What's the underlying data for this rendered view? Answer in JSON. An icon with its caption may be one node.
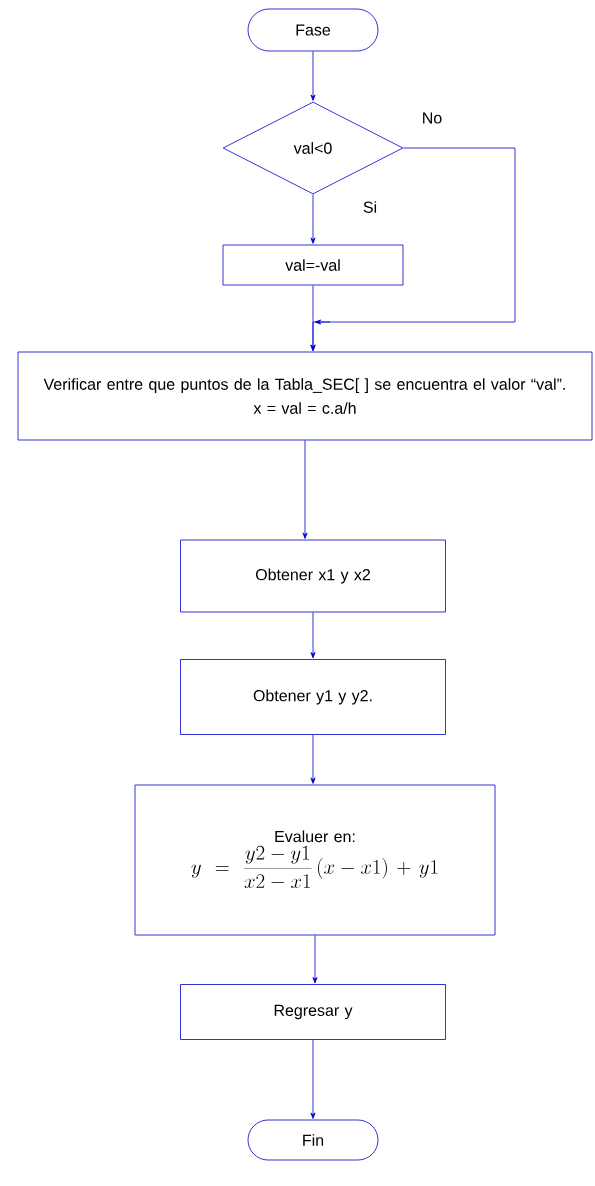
{
  "diagram": {
    "nodes": [
      {
        "text": [
          "Fase"
        ]
      },
      {
        "text": [
          "val<0"
        ]
      },
      {
        "text": [
          "val=-val"
        ]
      },
      {
        "text": [
          "Verificar entre que puntos de la Tabla_SEC[ ] se encuentra el valor “val”.",
          "x = val = c.a/h"
        ]
      },
      {
        "text": [
          "Obtener x1 y x2"
        ]
      },
      {
        "text": [
          "Obtener y1 y y2."
        ]
      },
      {
        "text": [
          "Evaluer en:",
          "y=\\frac{y2-y1}{x2-x1}\\left(x-x1\\right)+y1"
        ]
      },
      {
        "text": [
          "Regresar y"
        ]
      },
      {
        "text": [
          "Fin"
        ]
      }
    ],
    "edges": [
      {
        "from": 0,
        "to": 1,
        "arrow": "to"
      },
      {
        "from": 1,
        "to": 2,
        "arrow": "to",
        "label": "Si"
      },
      {
        "from": 1,
        "to": 3,
        "arrow": "to",
        "label": "No"
      },
      {
        "from": 2,
        "to": 3,
        "arrow": "to"
      },
      {
        "from": 3,
        "to": 4,
        "arrow": "to"
      },
      {
        "from": 4,
        "to": 5,
        "arrow": "to"
      },
      {
        "from": 5,
        "to": 6,
        "arrow": "to"
      },
      {
        "from": 6,
        "to": 7,
        "arrow": "to"
      },
      {
        "from": 7,
        "to": 8,
        "arrow": "to"
      }
    ]
  }
}
